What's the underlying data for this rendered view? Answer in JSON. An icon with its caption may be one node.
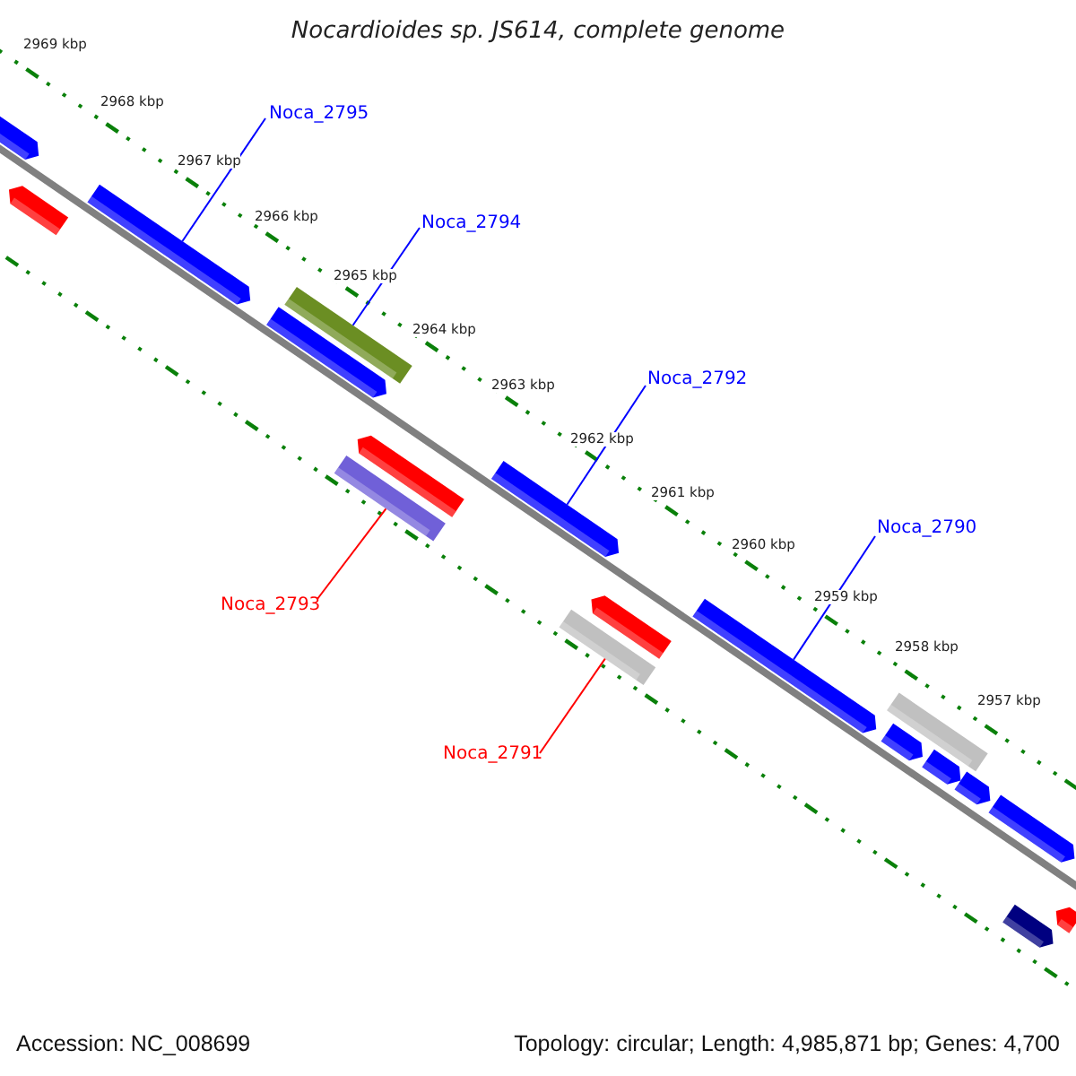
{
  "diagram": {
    "title": "Nocardioides sp. JS614, complete genome",
    "nodes": [
      {
        "text": [
          "Noca_2795"
        ]
      },
      {
        "text": [
          "Noca_2794"
        ]
      },
      {
        "text": [
          "Noca_2792"
        ]
      },
      {
        "text": [
          "Noca_2790"
        ]
      },
      {
        "text": [
          "Noca_2793"
        ]
      },
      {
        "text": [
          "Noca_2791"
        ]
      },
      {
        "text": [],
        "shape": "arrow"
      },
      {
        "text": [],
        "shape": "arrow"
      },
      {
        "text": [],
        "shape": "arrow"
      },
      {
        "text": [],
        "shape": "bar"
      },
      {
        "text": [],
        "shape": "arrow"
      },
      {
        "text": [],
        "shape": "arrow"
      },
      {
        "text": [],
        "shape": "arrow"
      },
      {
        "text": [],
        "shape": "arrow"
      },
      {
        "text": [],
        "shape": "arrow"
      },
      {
        "text": [],
        "shape": "arrow"
      },
      {
        "text": [],
        "shape": "bar"
      },
      {
        "text": [],
        "shape": "arrow"
      },
      {
        "text": [],
        "shape": "arrow"
      },
      {
        "text": [],
        "shape": "bar"
      },
      {
        "text": [],
        "shape": "arrow"
      },
      {
        "text": [],
        "shape": "bar"
      },
      {
        "text": [],
        "shape": "arrow"
      },
      {
        "text": [],
        "shape": "arrow"
      }
    ],
    "edges": [
      {
        "from": 0,
        "to": 7,
        "arrow": "none"
      },
      {
        "from": 1,
        "to": 9,
        "arrow": "none"
      },
      {
        "from": 2,
        "to": 10,
        "arrow": "none"
      },
      {
        "from": 3,
        "to": 11,
        "arrow": "none"
      },
      {
        "from": 4,
        "to": 19,
        "arrow": "none",
        "color": "#ff0000"
      },
      {
        "from": 5,
        "to": 21,
        "arrow": "none",
        "color": "#ff0000"
      }
    ],
    "labels": [
      "2969 kbp",
      "2968 kbp",
      "2967 kbp",
      "2966 kbp",
      "2965 kbp",
      "2964 kbp",
      "2963 kbp",
      "2962 kbp",
      "2961 kbp",
      "2960 kbp",
      "2959 kbp",
      "2958 kbp",
      "2957 kbp",
      "Accession: NC_008699",
      "Topology: circular; Length: 4,985,871 bp; Genes: 4,700"
    ]
  }
}
